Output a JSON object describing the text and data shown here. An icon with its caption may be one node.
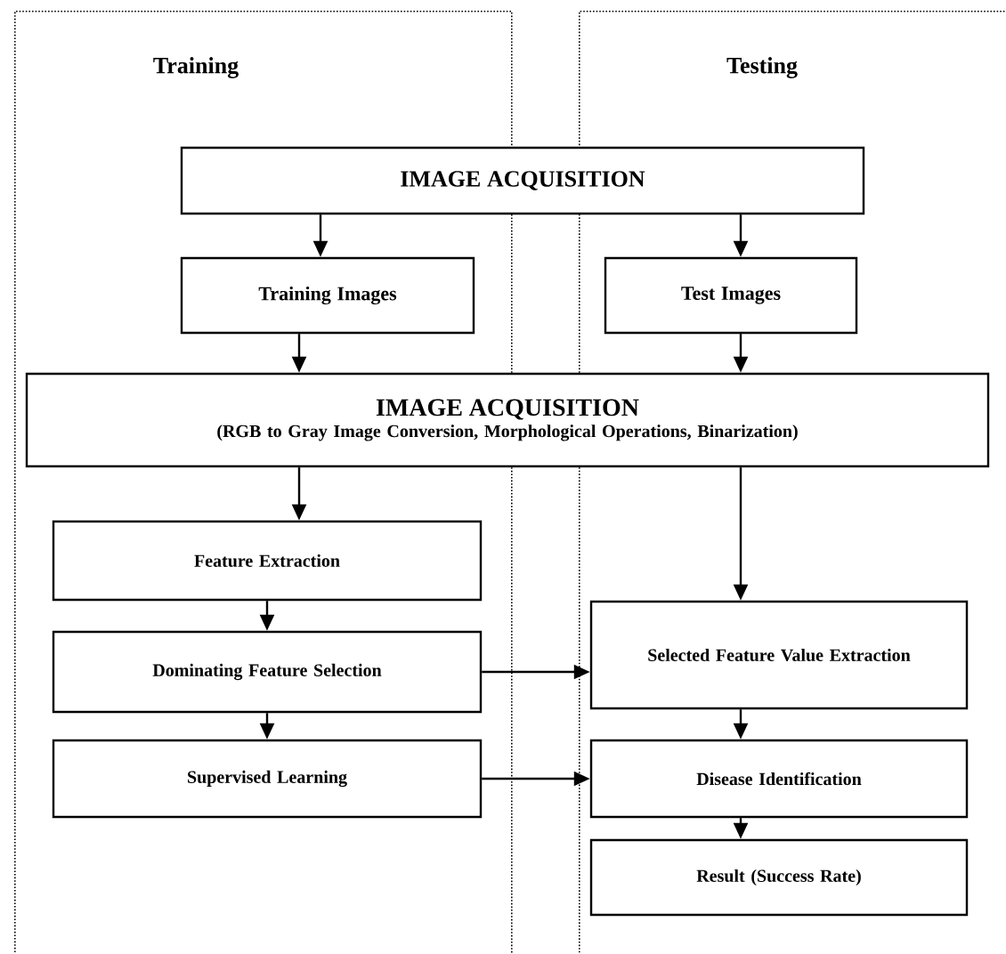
{
  "diagram": {
    "nodes": [
      {
        "text": [
          "Training"
        ]
      },
      {
        "text": [
          "Testing"
        ]
      },
      {
        "text": [
          "IMAGE ACQUISITION"
        ]
      },
      {
        "text": [
          "Training Images"
        ],
        "in": 0
      },
      {
        "text": [
          "Test Images"
        ],
        "in": 1
      },
      {
        "text": [
          "IMAGE ACQUISITION",
          "(RGB to Gray Image Conversion, Morphological Operations, Binarization)"
        ]
      },
      {
        "text": [
          "Feature Extraction"
        ],
        "in": 0
      },
      {
        "text": [
          "Dominating Feature Selection"
        ],
        "in": 0
      },
      {
        "text": [
          "Supervised Learning"
        ],
        "in": 0
      },
      {
        "text": [
          "Selected Feature Value Extraction"
        ],
        "in": 1
      },
      {
        "text": [
          "Disease Identification"
        ],
        "in": 1
      },
      {
        "text": [
          "Result (Success Rate)"
        ],
        "in": 1
      }
    ],
    "edges": [
      {
        "from": 2,
        "to": 3,
        "arrow": "to"
      },
      {
        "from": 2,
        "to": 4,
        "arrow": "to"
      },
      {
        "from": 3,
        "to": 5,
        "arrow": "to"
      },
      {
        "from": 4,
        "to": 5,
        "arrow": "to"
      },
      {
        "from": 5,
        "to": 6,
        "arrow": "to"
      },
      {
        "from": 5,
        "to": 9,
        "arrow": "to"
      },
      {
        "from": 6,
        "to": 7,
        "arrow": "to"
      },
      {
        "from": 7,
        "to": 8,
        "arrow": "to"
      },
      {
        "from": 7,
        "to": 9,
        "arrow": "to"
      },
      {
        "from": 8,
        "to": 10,
        "arrow": "to"
      },
      {
        "from": 9,
        "to": 10,
        "arrow": "to"
      },
      {
        "from": 10,
        "to": 11,
        "arrow": "to"
      }
    ]
  }
}
